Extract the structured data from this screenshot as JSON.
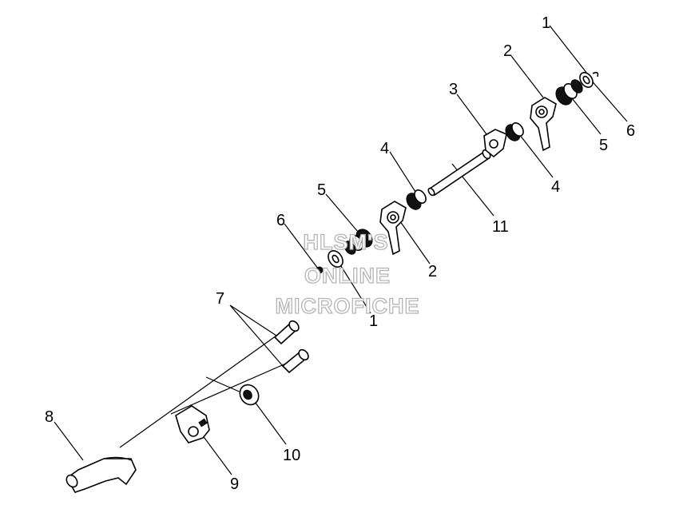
{
  "callouts": [
    {
      "id": "c1a",
      "text": "1"
    },
    {
      "id": "c2a",
      "text": "2"
    },
    {
      "id": "c3",
      "text": "3"
    },
    {
      "id": "c6a",
      "text": "6"
    },
    {
      "id": "c5a",
      "text": "5"
    },
    {
      "id": "c4a",
      "text": "4"
    },
    {
      "id": "c4b",
      "text": "4"
    },
    {
      "id": "c11",
      "text": "11"
    },
    {
      "id": "c5b",
      "text": "5"
    },
    {
      "id": "c6b",
      "text": "6"
    },
    {
      "id": "c2b",
      "text": "2"
    },
    {
      "id": "c1b",
      "text": "1"
    },
    {
      "id": "c7",
      "text": "7"
    },
    {
      "id": "c8",
      "text": "8"
    },
    {
      "id": "c10",
      "text": "10"
    },
    {
      "id": "c9",
      "text": "9"
    }
  ],
  "watermark": {
    "line1": "HLSM'S",
    "line2": "ONLINE",
    "line3": "MICROFICHE"
  }
}
